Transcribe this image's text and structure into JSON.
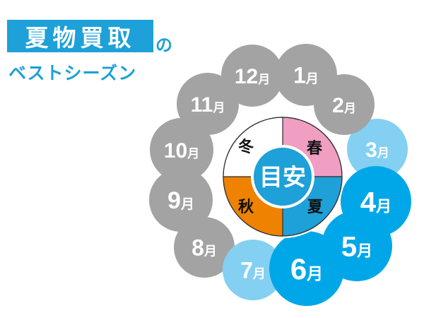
{
  "title": {
    "main": "夏物買取",
    "particle": "の",
    "subtitle": "ベストシーズン"
  },
  "center": {
    "label": "目安"
  },
  "seasons": [
    {
      "key": "spring",
      "label": "春",
      "color": "#f09ec1"
    },
    {
      "key": "summer",
      "label": "夏",
      "color": "#1ea0d8"
    },
    {
      "key": "autumn",
      "label": "秋",
      "color": "#ef8200"
    },
    {
      "key": "winter",
      "label": "冬",
      "color": "#ffffff"
    }
  ],
  "months": [
    {
      "num": "1",
      "suffix": "月",
      "status": "off"
    },
    {
      "num": "2",
      "suffix": "月",
      "status": "off"
    },
    {
      "num": "3",
      "suffix": "月",
      "status": "light"
    },
    {
      "num": "4",
      "suffix": "月",
      "status": "best"
    },
    {
      "num": "5",
      "suffix": "月",
      "status": "best"
    },
    {
      "num": "6",
      "suffix": "月",
      "status": "best"
    },
    {
      "num": "7",
      "suffix": "月",
      "status": "light"
    },
    {
      "num": "8",
      "suffix": "月",
      "status": "off"
    },
    {
      "num": "9",
      "suffix": "月",
      "status": "off"
    },
    {
      "num": "10",
      "suffix": "月",
      "status": "off"
    },
    {
      "num": "11",
      "suffix": "月",
      "status": "off"
    },
    {
      "num": "12",
      "suffix": "月",
      "status": "off"
    }
  ],
  "colors": {
    "off": "#a3a3a3",
    "light": "#84d0f2",
    "best": "#00a7e8",
    "accent": "#1ea0d8"
  }
}
